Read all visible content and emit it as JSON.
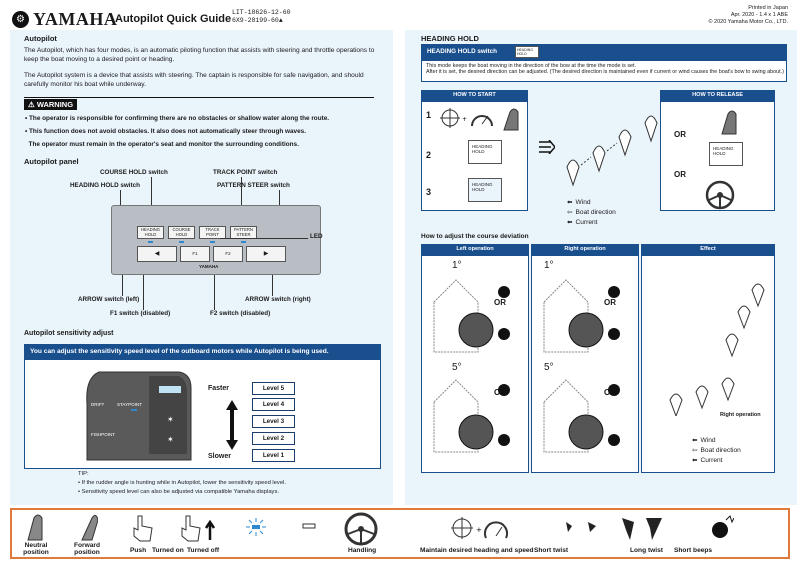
{
  "header": {
    "brand": "YAMAHA",
    "title": "Autopilot Quick Guide",
    "doc_number_1": "LIT-18626-12-60",
    "doc_number_2": "6X9-28199-60",
    "print_1": "Printed in Japan",
    "print_2": "Apr. 2020 - 1.4 x 1 ABE",
    "print_3": "© 2020 Yamaha Motor Co., LTD."
  },
  "autopilot": {
    "heading": "Autopilot",
    "p1": "The Autopilot, which has four modes, is an automatic piloting function that assists with steering and throttle operations to keep the boat moving to a desired point or heading.",
    "p2": "The Autopilot system is a device that assists with steering. The captain is responsible for safe navigation, and should carefully monitor his boat while underway.",
    "warning_label": "WARNING",
    "warnings": [
      "• The operator is responsible for confirming there are no obstacles or shallow water along the route.",
      "• This function does not avoid obstacles. It also does not automatically steer through waves.",
      "  The operator must remain in the operator's seat and monitor the surrounding conditions."
    ]
  },
  "panel": {
    "heading": "Autopilot panel",
    "course_hold": "COURSE HOLD switch",
    "track_point": "TRACK POINT switch",
    "heading_hold": "HEADING HOLD switch",
    "pattern_steer": "PATTERN STEER switch",
    "led": "LED",
    "arrow_left": "ARROW switch (left)",
    "arrow_right": "ARROW switch (right)",
    "f1": "F1 switch (disabled)",
    "f2": "F2 switch (disabled)",
    "buttons": [
      "HEADING HOLD",
      "COURSE HOLD",
      "TRACK POINT",
      "PATTERN STEER"
    ],
    "brand_small": "YAMAHA",
    "f1_key": "F1",
    "f2_key": "F2"
  },
  "sensitivity": {
    "heading": "Autopilot sensitivity adjust",
    "banner": "You can adjust the sensitivity speed level of the outboard motors while Autopilot is being used.",
    "faster": "Faster",
    "slower": "Slower",
    "levels": [
      "Level 5",
      "Level 4",
      "Level 3",
      "Level 2",
      "Level 1"
    ],
    "remote_labels": [
      "DRIFT",
      "STAYPOINT",
      "FISHPOINT"
    ],
    "tip_label": "TIP:",
    "tip_1": "• If the rudder angle is hunting while in Autopilot, lower the sensitivity speed level.",
    "tip_2": "• Sensitivity speed level can also be adjusted via compatible Yamaha displays."
  },
  "heading_hold": {
    "section": "HEADING HOLD",
    "switch_label": "HEADING HOLD switch",
    "desc_1": "This mode keeps the boat moving in the direction of the bow at the time the mode is set.",
    "desc_2": "After it is set, the desired direction can be adjusted. (The desired direction is maintained even if current or wind causes the boat's bow to swing about.)",
    "how_to_start": "HOW TO START",
    "how_to_release": "HOW TO RELEASE",
    "steps": [
      "1",
      "2",
      "3"
    ],
    "or": "OR",
    "legend_wind": "Wind",
    "legend_boat": "Boat direction",
    "legend_current": "Current",
    "switch_text": "HEADING HOLD"
  },
  "deviation": {
    "heading": "How to adjust the course deviation",
    "left_op": "Left operation",
    "right_op": "Right operation",
    "effect": "Effect",
    "deg_1": "1°",
    "deg_5": "5°",
    "or": "OR",
    "right_operation": "Right operation",
    "legend_wind": "Wind",
    "legend_boat": "Boat direction",
    "legend_current": "Current"
  },
  "legend": [
    {
      "label": "Neutral position",
      "icon": "lever-neutral-icon"
    },
    {
      "label": "Forward position",
      "icon": "lever-forward-icon"
    },
    {
      "label": "Push",
      "icon": "push-hand-icon"
    },
    {
      "label": "Turned on",
      "icon": "led-on-icon"
    },
    {
      "label": "Turned off",
      "icon": "led-off-icon"
    },
    {
      "label": "Handling",
      "icon": "steering-wheel-icon"
    },
    {
      "label": "Maintain desired heading and speed",
      "icon": "compass-speed-icon"
    },
    {
      "label": "Short twist",
      "icon": "short-twist-icon"
    },
    {
      "label": "Long twist",
      "icon": "long-twist-icon"
    },
    {
      "label": "Short beeps",
      "icon": "beep-icon"
    }
  ],
  "colors": {
    "accent": "#1a4f8e",
    "panel_bg": "#eaf4fb",
    "border": "#e07a3a"
  }
}
